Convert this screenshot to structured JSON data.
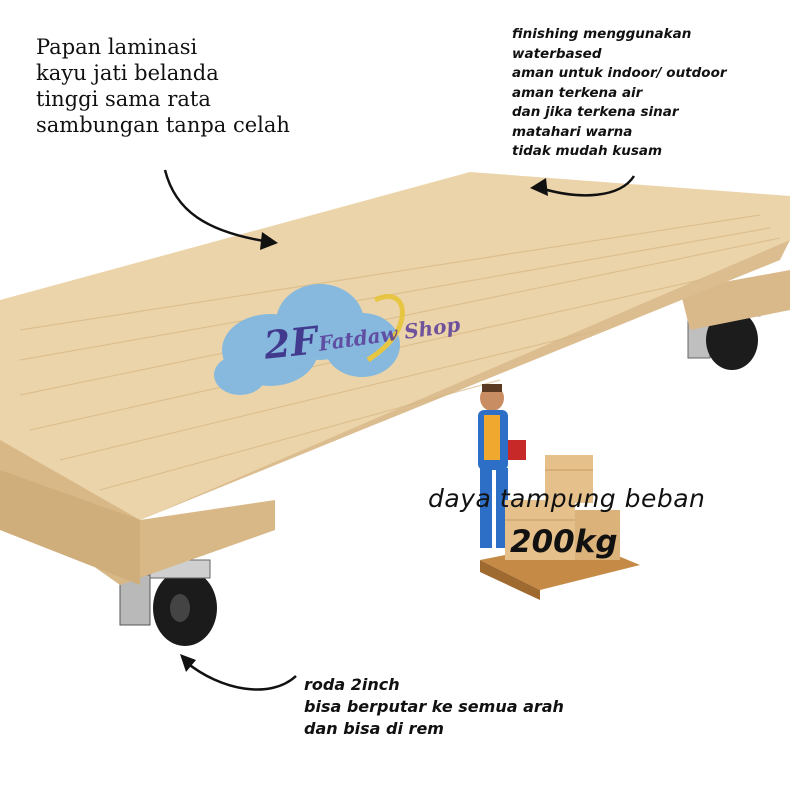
{
  "title_lines": [
    "Papan laminasi",
    "kayu jati belanda",
    "tinggi sama rata",
    "sambungan tanpa celah"
  ],
  "finishing_lines": [
    "finishing menggunakan",
    "waterbased",
    "aman untuk indoor/ outdoor",
    "aman terkena air",
    "dan jika terkena sinar",
    "matahari warna",
    "tidak mudah kusam"
  ],
  "wheel_lines": [
    "roda 2inch",
    "bisa berputar ke semua arah",
    "dan bisa di rem"
  ],
  "capacity": {
    "label": "daya tampung beban",
    "value": "200kg"
  },
  "watermark": {
    "mark": "2F",
    "name": "Fatdaw Shop"
  },
  "colors": {
    "wood_top": "#e8cfa4",
    "wood_side": "#d9b98a",
    "watermark_cloud": "#7cb7e3",
    "text": "#111111"
  }
}
